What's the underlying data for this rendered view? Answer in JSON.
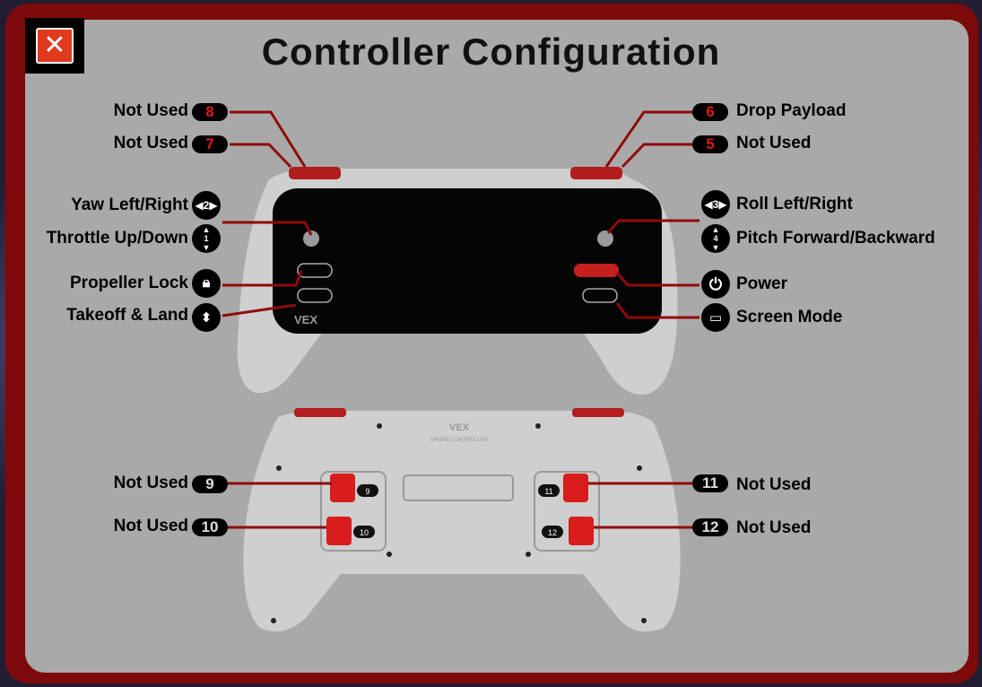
{
  "window": {
    "title": "Controller Configuration",
    "close_icon": "x-close-icon"
  },
  "front": {
    "left": [
      {
        "label": "Not Used",
        "badge": "8"
      },
      {
        "label": "Not Used",
        "badge": "7"
      },
      {
        "label": "Yaw Left/Right",
        "icon": "axis-2-horizontal-icon",
        "icon_text": "2"
      },
      {
        "label": "Throttle Up/Down",
        "icon": "axis-1-vertical-icon",
        "icon_text": "1"
      },
      {
        "label": "Propeller Lock",
        "icon": "lock-icon"
      },
      {
        "label": "Takeoff & Land",
        "icon": "takeoff-land-icon"
      }
    ],
    "right": [
      {
        "label": "Drop Payload",
        "badge": "6"
      },
      {
        "label": "Not Used",
        "badge": "5"
      },
      {
        "label": "Roll Left/Right",
        "icon": "axis-3-horizontal-icon",
        "icon_text": "3"
      },
      {
        "label": "Pitch Forward/Backward",
        "icon": "axis-4-vertical-icon",
        "icon_text": "4"
      },
      {
        "label": "Power",
        "icon": "power-icon"
      },
      {
        "label": "Screen Mode",
        "icon": "screen-mode-icon"
      }
    ]
  },
  "back": {
    "left": [
      {
        "label": "Not Used",
        "badge": "9"
      },
      {
        "label": "Not Used",
        "badge": "10"
      }
    ],
    "right": [
      {
        "label": "Not Used",
        "badge": "11"
      },
      {
        "label": "Not Used",
        "badge": "12"
      }
    ],
    "paddle_labels": [
      "9",
      "10",
      "11",
      "12"
    ],
    "text": {
      "brand": "VEX",
      "model": "DRONE CONTROLLER"
    }
  },
  "colors": {
    "accent": "#d91c1c",
    "frame": "#7d0a0a",
    "panel": "#a9a9a9"
  }
}
